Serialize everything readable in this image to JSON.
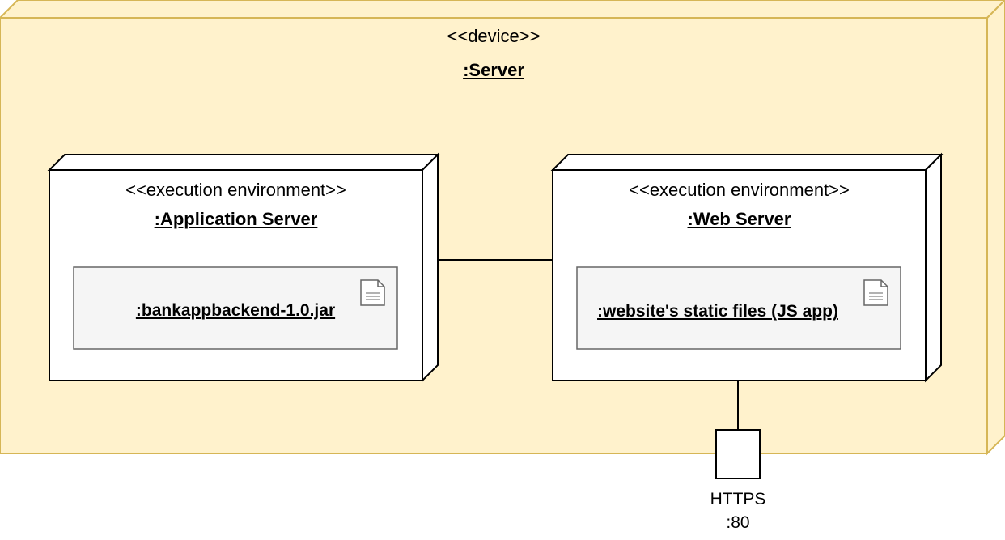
{
  "device": {
    "stereotype": "<<device>>",
    "name": ":Server",
    "fill_color": "#FFF2CC",
    "stroke_color": "#D6B656"
  },
  "nodes": [
    {
      "stereotype": "<<execution environment>>",
      "name": ":Application Server",
      "artifact": {
        "name": ":bankappbackend-1.0.jar",
        "icon": "document-icon"
      }
    },
    {
      "stereotype": "<<execution environment>>",
      "name": ":Web Server",
      "artifact": {
        "name": ":website's static files (JS app)",
        "icon": "document-icon"
      }
    }
  ],
  "port": {
    "label_line1": "HTTPS",
    "label_line2": ":80"
  },
  "colors": {
    "node_fill": "#FFFFFF",
    "artifact_fill": "#F5F5F5",
    "artifact_stroke": "#666666",
    "line": "#000000"
  }
}
